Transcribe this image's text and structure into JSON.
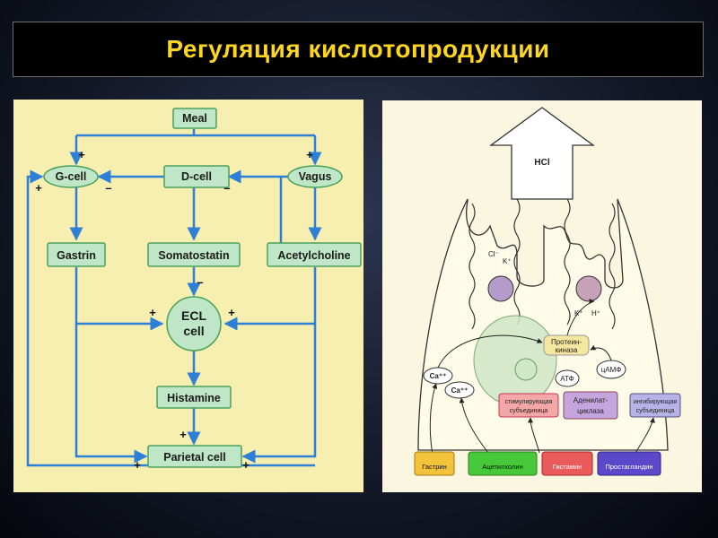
{
  "title": "Регуляция кислотопродукции",
  "left": {
    "nodes": {
      "meal": "Meal",
      "gcell": "G-cell",
      "dcell": "D-cell",
      "vagus": "Vagus",
      "gastrin": "Gastrin",
      "somatostatin": "Somatostatin",
      "acetylcholine": "Acetylcholine",
      "ecl_line1": "ECL",
      "ecl_line2": "cell",
      "histamine": "Histamine",
      "parietal": "Parietal cell"
    },
    "signs": {
      "plus": "+",
      "minus": "–"
    }
  },
  "right": {
    "hcl": "HCl",
    "cl": "Cl⁻",
    "k_plus": "K⁺",
    "k_plus2": "K⁺",
    "h_plus": "H⁺",
    "protein_kinase_1": "Протеин-",
    "protein_kinase_2": "киназа",
    "ca1": "Ca⁺⁺",
    "ca2": "Ca⁺⁺",
    "atf": "АТФ",
    "camp": "цАМФ",
    "stim_1": "стимулирующая",
    "stim_2": "субъединица",
    "adenylate_1": "Аденилат-",
    "adenylate_2": "циклаза",
    "inhib_1": "ингибирующая",
    "inhib_2": "субъединица",
    "receptors": [
      "Гастрин",
      "Ацетилхолин",
      "Гистамин",
      "Простагландин"
    ]
  },
  "colors": {
    "title": "#ffd61f",
    "arrow": "#2e7fd6",
    "box_fill": "#bfe6c6",
    "box_stroke": "#4aa15c",
    "gastrin_receptor": "#f3c33b",
    "acetylcholine_receptor": "#47c83a",
    "histamine_receptor": "#ec5b5b",
    "prostaglandin_receptor": "#5b49c9"
  }
}
